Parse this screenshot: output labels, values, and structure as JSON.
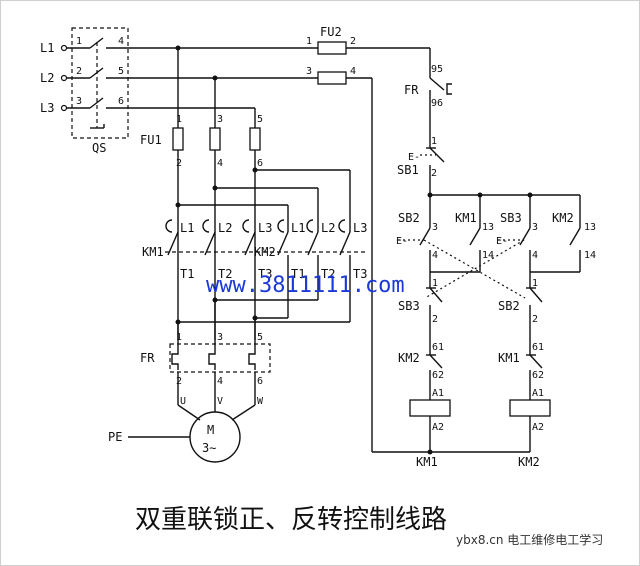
{
  "title": "双重联锁正、反转控制线路",
  "watermark": "www.3811111.com",
  "credit": "ybx8.cn 电工维修电工学习",
  "labels": {
    "L1": "L1",
    "L2": "L2",
    "L3": "L3",
    "QS": "QS",
    "FU1": "FU1",
    "FU2": "FU2",
    "FR": "FR",
    "KM1": "KM1",
    "KM2": "KM2",
    "SB1": "SB1",
    "SB2": "SB2",
    "SB3": "SB3",
    "PE": "PE",
    "M": "M",
    "M3": "3∼",
    "U": "U",
    "V": "V",
    "W": "W",
    "T1": "T1",
    "T2": "T2",
    "T3": "T3",
    "A1": "A1",
    "A2": "A2",
    "E": "E-"
  },
  "terminals": {
    "n1": "1",
    "n2": "2",
    "n3": "3",
    "n4": "4",
    "n5": "5",
    "n6": "6",
    "n13": "13",
    "n14": "14",
    "n61": "61",
    "n62": "62",
    "n95": "95",
    "n96": "96"
  }
}
